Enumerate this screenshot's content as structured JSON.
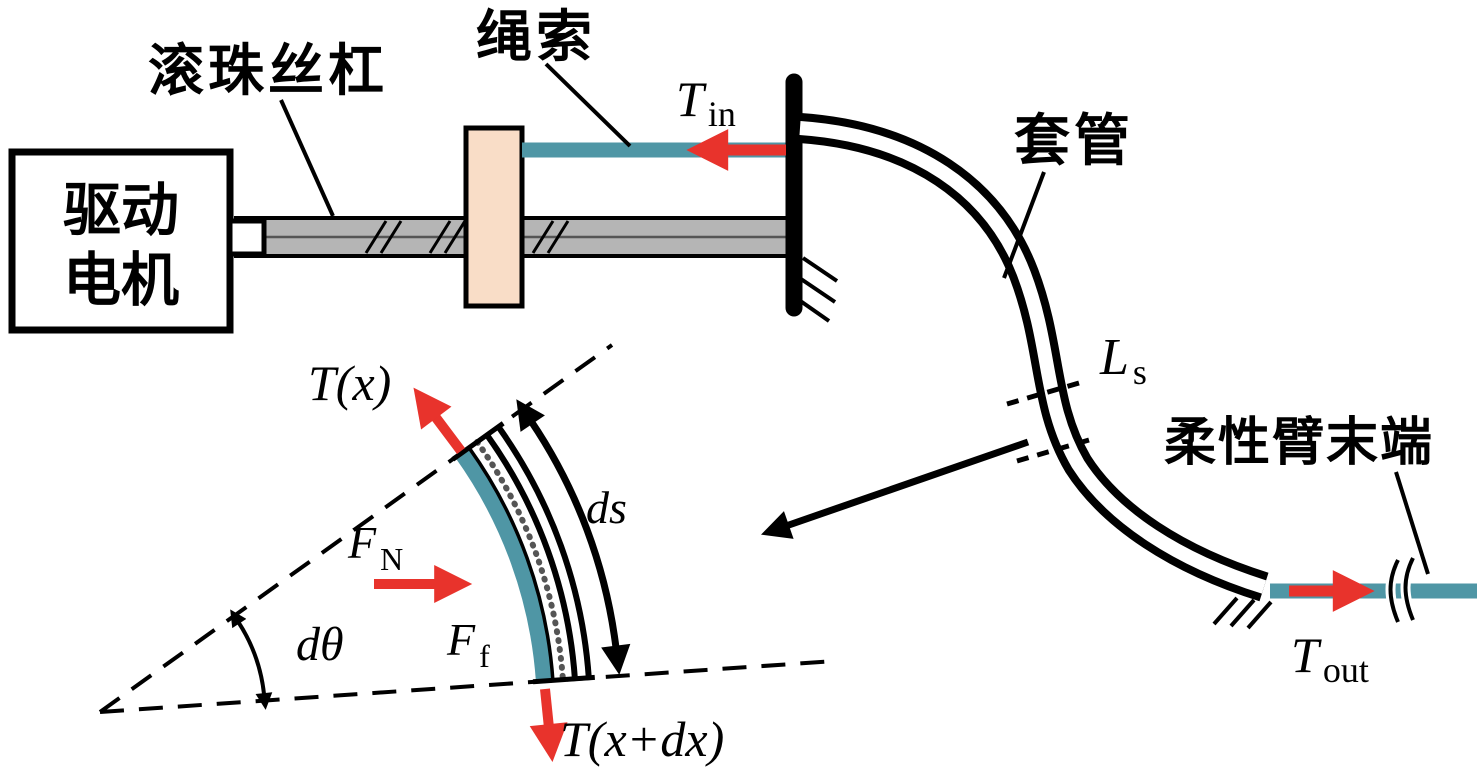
{
  "figure": {
    "background": "#ffffff",
    "labels": {
      "motor_line1": "驱动",
      "motor_line2": "电机",
      "ball_screw": "滚珠丝杠",
      "rope": "绳索",
      "sheath": "套管",
      "arm_tip": "柔性臂末端"
    },
    "symbols": {
      "t_in": {
        "base": "T",
        "sub": "in"
      },
      "t_out": {
        "base": "T",
        "sub": "out"
      },
      "l_s": {
        "base": "L",
        "sub": "s"
      }
    },
    "detail": {
      "t_x": "T(x)",
      "t_x_dx": "T(x+dx)",
      "ds": "ds",
      "d_theta": "dθ",
      "f_n": {
        "base": "F",
        "sub": "N"
      },
      "f_f": {
        "base": "F",
        "sub": "f"
      }
    },
    "colors": {
      "cable_teal": "#4f96a5",
      "arrow_red": "#e8332c",
      "slider_pink": "#f9ddc7",
      "shaft_gray": "#b5b5b5",
      "ink": "#000000"
    }
  }
}
